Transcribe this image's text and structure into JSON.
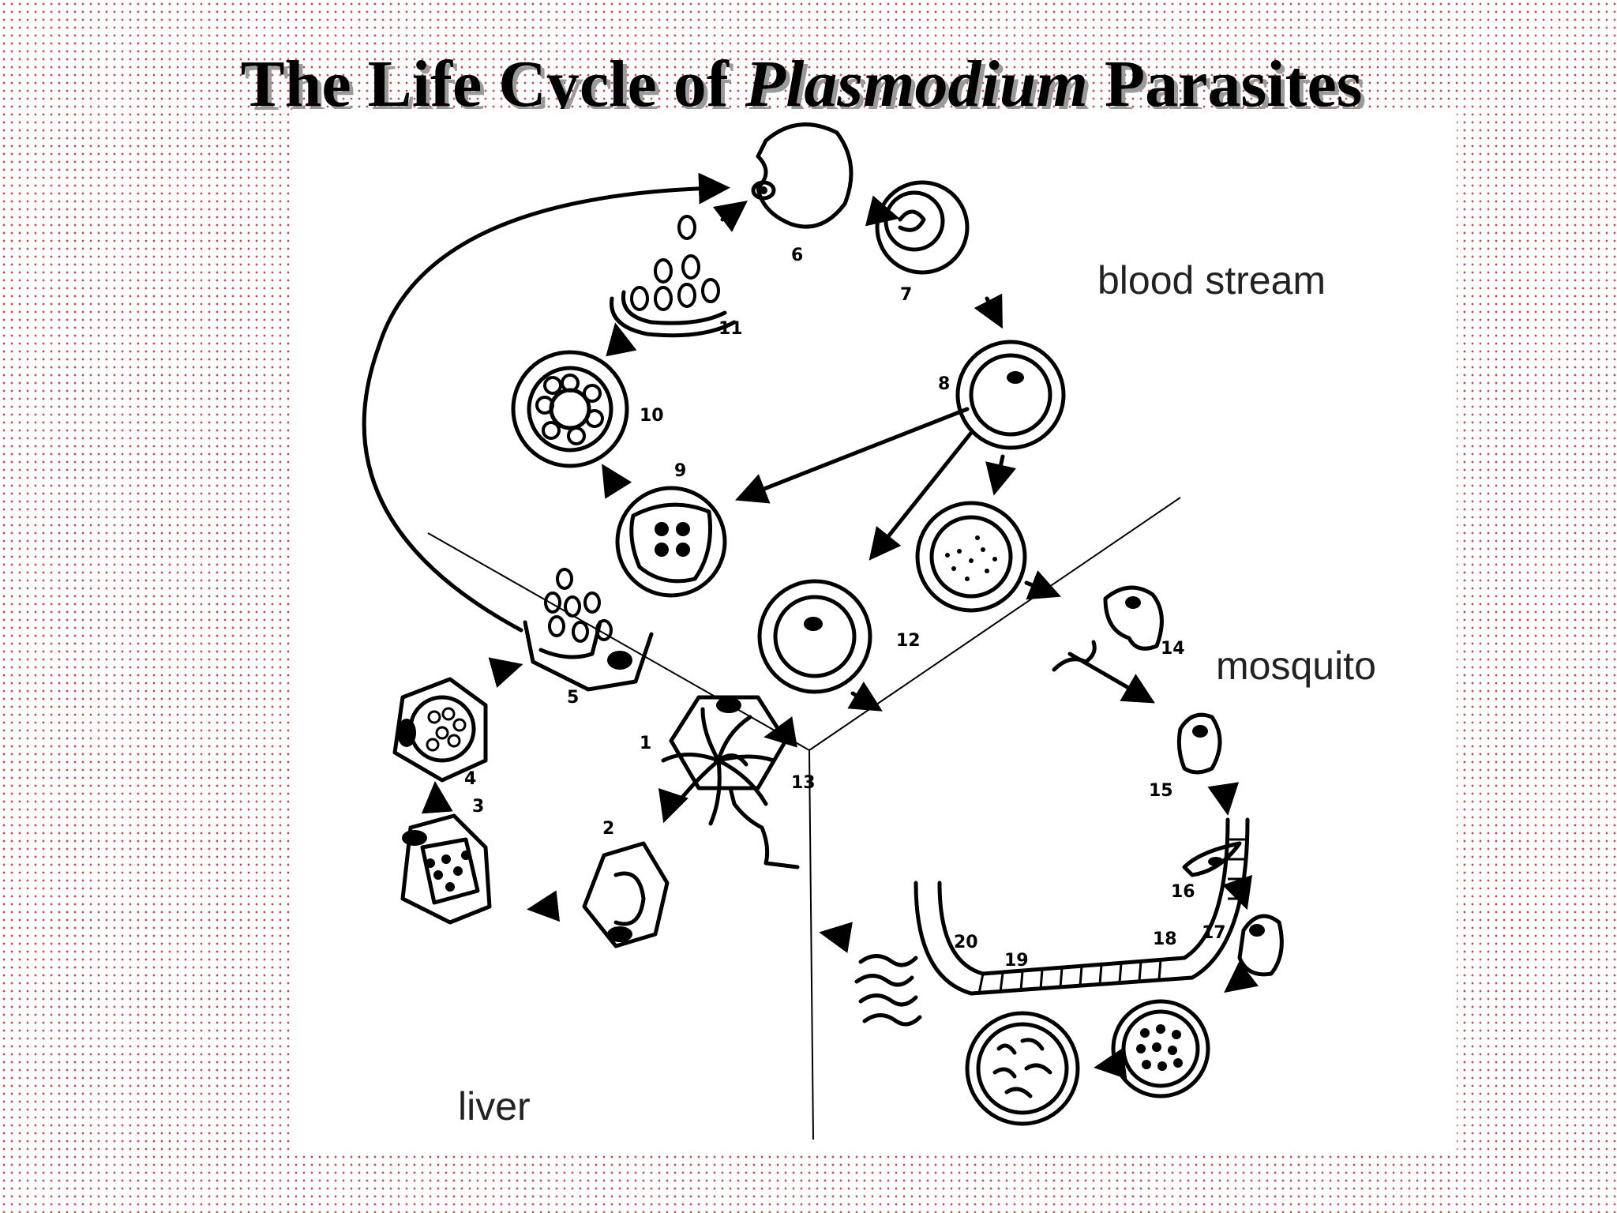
{
  "title": {
    "prefix": "The Life Cycle of ",
    "italic": "Plasmodium",
    "suffix": " Parasites"
  },
  "regions": {
    "blood": "blood stream",
    "mosquito": "mosquito",
    "liver": "liver"
  },
  "stage_numbers": [
    "1",
    "2",
    "3",
    "4",
    "5",
    "6",
    "7",
    "8",
    "9",
    "10",
    "11",
    "12",
    "13",
    "14",
    "15",
    "16",
    "17",
    "18",
    "19",
    "20"
  ],
  "colors": {
    "dot_pattern": "#d04848",
    "ink": "#000000",
    "title_shadow": "#9a9a9a"
  }
}
